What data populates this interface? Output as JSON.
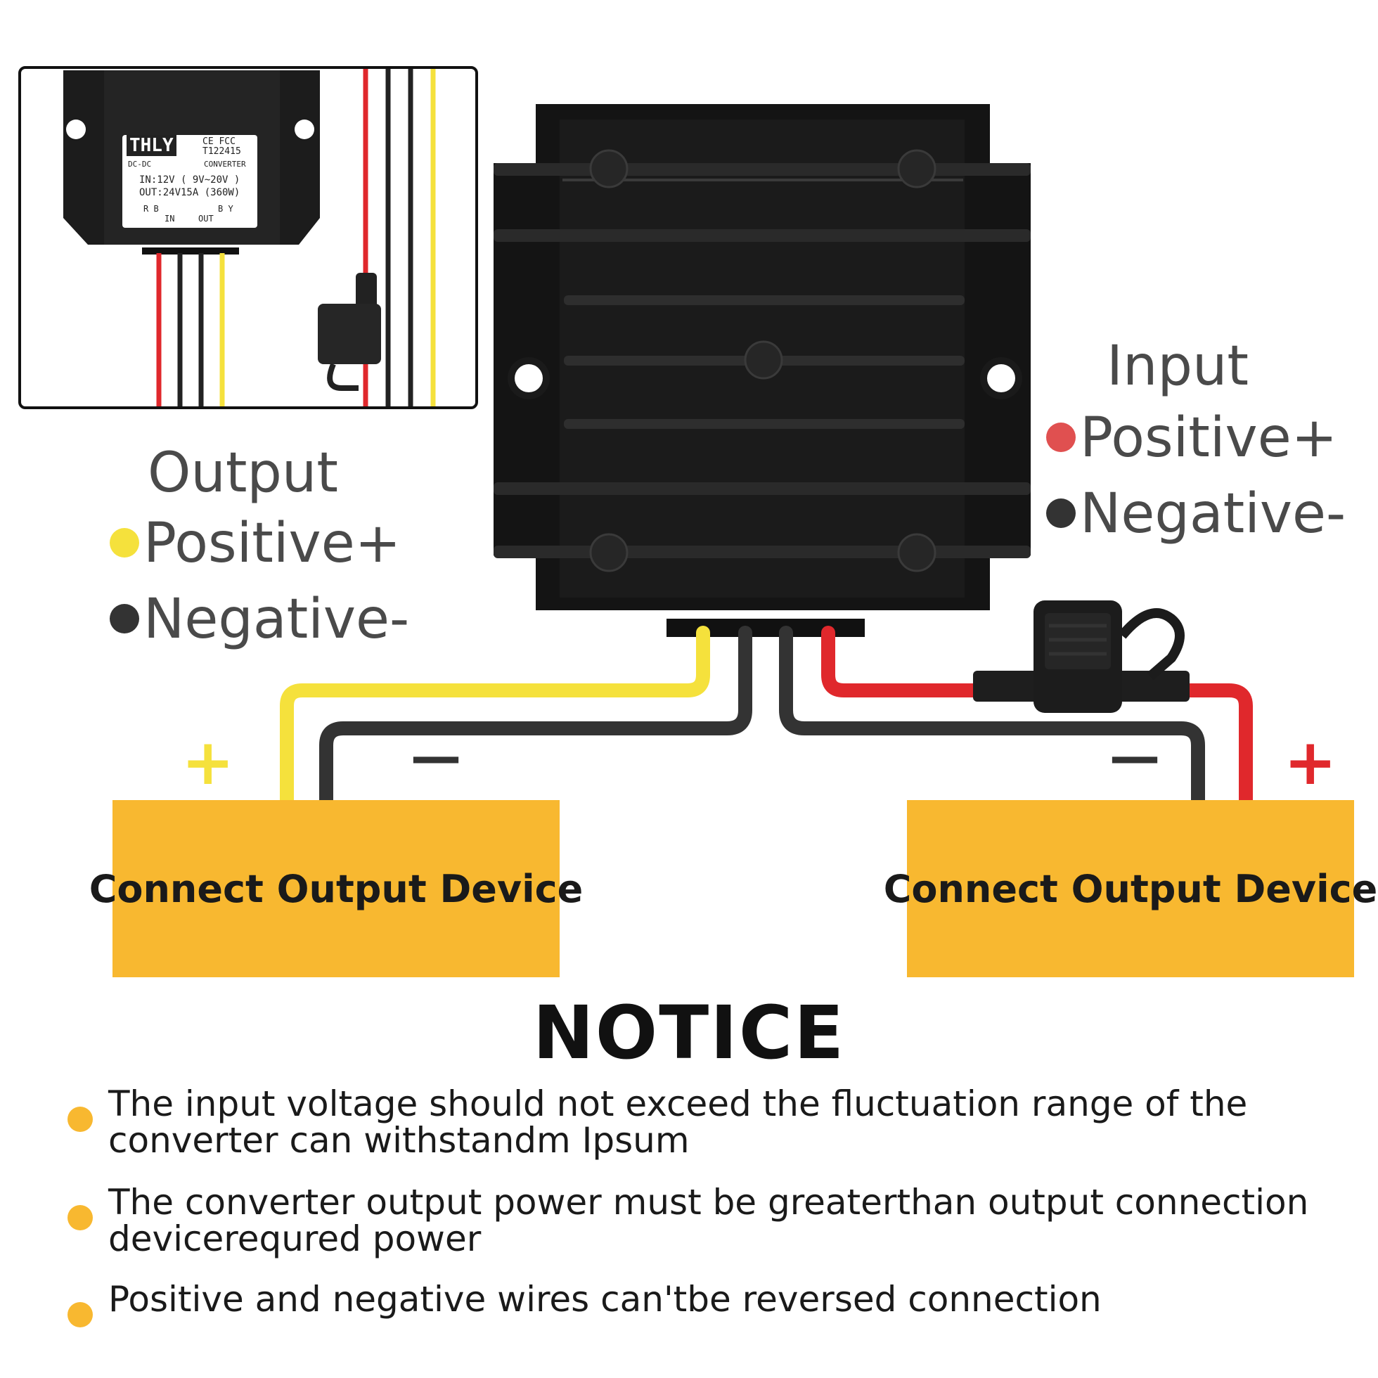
{
  "inset_label": {
    "brand": "THLY",
    "certs": "CE FCC",
    "model": "T122415",
    "type_left": "DC-DC",
    "type_right": "CONVERTER",
    "line_in": "IN:12V  ( 9V~20V )",
    "line_out": "OUT:24V15A (360W)",
    "in_wires": "R B",
    "in_text": "IN",
    "out_wires": "B Y",
    "out_text": "OUT"
  },
  "input_legend": {
    "title": "Input",
    "positive": "Positive+",
    "negative": "Negative-",
    "positive_color": "#e05050",
    "negative_color": "#333333"
  },
  "output_legend": {
    "title": "Output",
    "positive": "Positive+",
    "negative": "Negative-",
    "positive_color": "#f5e13c",
    "negative_color": "#333333"
  },
  "devices": {
    "left": {
      "label": "Connect Output Device",
      "plus": "+",
      "minus": "—"
    },
    "right": {
      "label": "Connect Output Device",
      "plus": "+",
      "minus": "—"
    }
  },
  "notice": {
    "title": "NOTICE",
    "items": [
      "The input voltage should not exceed the fluctuation range of the converter can withstandm Ipsum",
      "The converter output power must be greaterthan output connection devicerequred power",
      "Positive and negative wires can'tbe reversed connection"
    ]
  },
  "colors": {
    "device_box": "#f8b830",
    "wire_red": "#e0282c",
    "wire_yellow": "#f5e13c",
    "wire_black": "#2a2a2a",
    "converter_body": "#141414"
  }
}
